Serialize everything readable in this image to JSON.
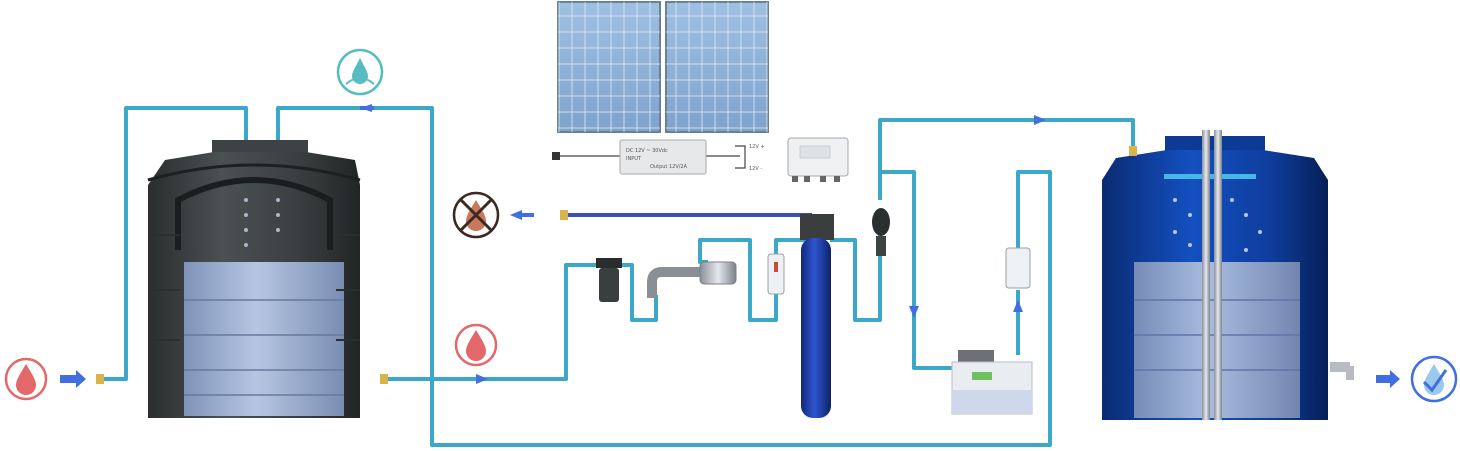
{
  "colors": {
    "pipe": "#3aa8c6",
    "pipe_dark": "#2f6f86",
    "drain_pipe": "#3b4fb8",
    "arrow": "#3f6fe0",
    "raw_water_tank": "#3d4344",
    "treated_water_tank": "#0e3d9c",
    "water_fill": "#9fb3d6",
    "raw_icon": "#e2686a",
    "ozone_icon": "#56bcc0",
    "drain_icon": "#3a2a22",
    "clean_icon": "#3f6fe0",
    "solar_panel": "#8fb2d8"
  },
  "icons": {
    "raw_water_inlet": "water-drop-icon",
    "raw_water_mid": "water-drop-icon",
    "aeration": "aeration-splash-icon",
    "drain": "no-drinking-icon",
    "clean_outlet": "clean-water-check-icon"
  },
  "panel_labels": {
    "inverter_line1": "DC 12V ~ 30Vdc",
    "inverter_line2": "INPUT",
    "inverter_line3": "Output 12V/2A",
    "plus_label": "12V +",
    "minus_label": "12V -"
  }
}
